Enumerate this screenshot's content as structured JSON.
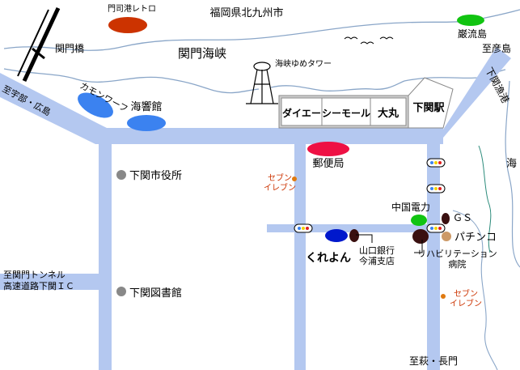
{
  "places": {
    "moji_port": "門司港レトロ",
    "city": "福岡県北九州市",
    "ganryu": "巌流島",
    "kanmon_bridge": "関門橋",
    "strait": "関門海峡",
    "tower": "海峡ゆめタワー",
    "to_hikoshima": "至彦島",
    "kamon_wharf": "カモンワーフ",
    "kaikyokan": "海響館",
    "fishing_port": "下関漁港",
    "to_ube": "至宇部・広島",
    "daiei": "ダイエー",
    "sea_mall": "シーモール",
    "daimaru": "大丸",
    "station": "下関駅",
    "post_office": "郵便局",
    "city_hall": "下関市役所",
    "seven_eleven_1": "セブン\nイレブン",
    "sea": "海",
    "chugoku_electric": "中国電力",
    "gs": "ＧＳ",
    "pachinko": "パチンコ",
    "kureyon": "くれよん",
    "yamaguchi_bank": "山口銀行\n今浦支店",
    "rehab_hospital": "リハビリテーション\n病院",
    "tunnel": "至関門トンネル\n高速道路下関ＩＣ",
    "library": "下関図書館",
    "seven_eleven_2": "セブン\nイレブン",
    "to_hagi": "至萩・長門"
  },
  "colors": {
    "road": "#b4c8f0",
    "water_line": "#8aa6c8",
    "red_spot": "#cc3300",
    "green_spot": "#11c411",
    "blue_spot": "#3b82f0",
    "post_office": "#ee1144",
    "kureyon": "#0018cc",
    "dark": "#3a1010",
    "orange_label": "#cc6a00",
    "blue_text": "#1c5fd8",
    "orange_text": "#e07a10",
    "river": "#2a8a7a"
  },
  "icons": {
    "building": "civic-building-icon",
    "convenience": "convenience-store-icon",
    "traffic_light": "traffic-light-icon",
    "seagull": "seagull-icon",
    "tower": "observation-tower-icon",
    "railway": "railway-icon"
  }
}
